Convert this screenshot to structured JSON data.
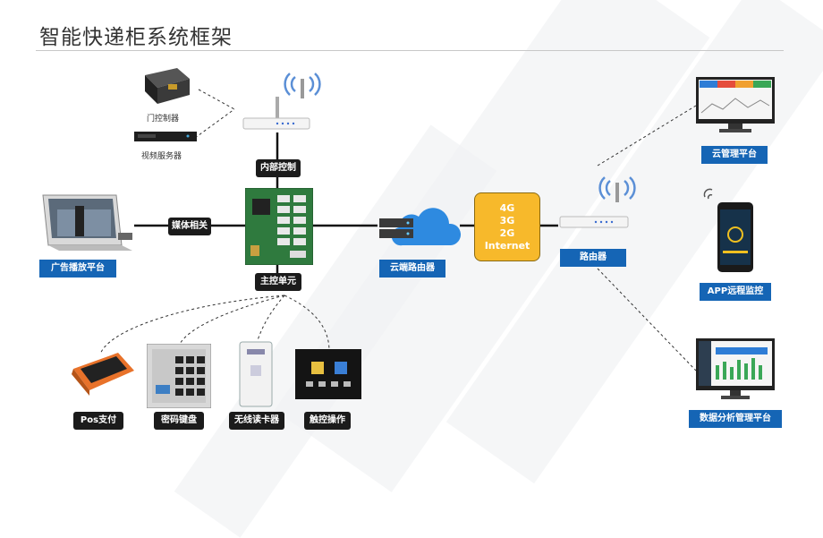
{
  "title": "智能快递柜系统框架",
  "nodes": {
    "door_controller": "门控制器",
    "video_server": "视频服务器",
    "internal_control": "内部控制",
    "media": "媒体相关",
    "ad_platform": "广告播放平台",
    "main_control": "主控单元",
    "cloud_router": "云端路由器",
    "router": "路由器",
    "cloud_platform": "云管理平台",
    "app_monitor": "APP远程监控",
    "data_platform": "数据分析管理平台",
    "pos": "Pos支付",
    "keypad": "密码键盘",
    "card_reader": "无线读卡器",
    "touch": "触控操作"
  },
  "network": [
    "4G",
    "3G",
    "2G",
    "Internet"
  ],
  "colors": {
    "label_blue": "#1565b5",
    "label_dark": "#1b1b1b",
    "network_box": "#f7b92b"
  },
  "icons": [
    "wifi-icon",
    "router-icon",
    "cloud-icon",
    "monitor-icon",
    "phone-icon",
    "circuit-board-icon",
    "tablet-icon"
  ]
}
